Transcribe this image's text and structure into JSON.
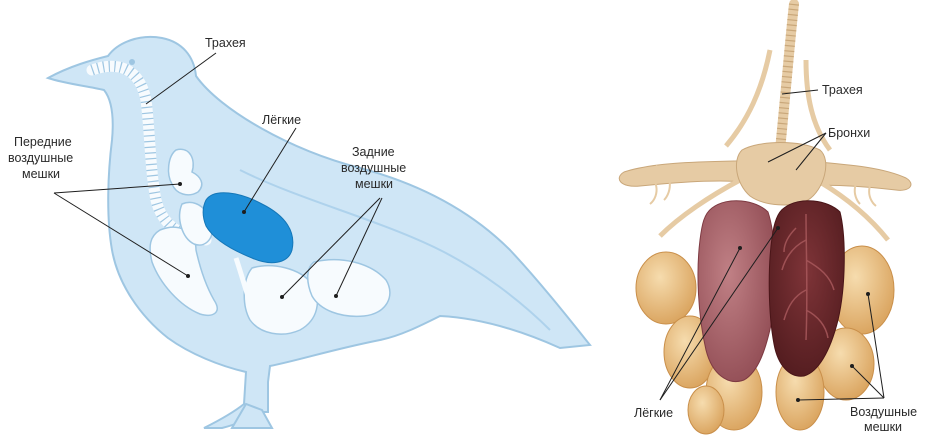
{
  "bird_diagram": {
    "labels": {
      "trachea": "Трахея",
      "anterior_line1": "Передние",
      "anterior_line2": "воздушные",
      "anterior_line3": "мешки",
      "lungs": "Лёгкие",
      "posterior_line1": "Задние",
      "posterior_line2": "воздушные",
      "posterior_line3": "мешки"
    },
    "colors": {
      "body": "#cfe6f6",
      "outline": "#9ec6e2",
      "sacs": "#f7fbfe",
      "lung": "#1f8fd8"
    }
  },
  "anatomy_diagram": {
    "labels": {
      "trachea": "Трахея",
      "bronchi": "Бронхи",
      "lungs": "Лёгкие",
      "airsacs_line1": "Воздушные",
      "airsacs_line2": "мешки"
    },
    "colors": {
      "sac": "#e9b978",
      "lung_left": "#a9646a",
      "lung_right": "#6e2a2e",
      "bone": "#e6cba4"
    }
  }
}
